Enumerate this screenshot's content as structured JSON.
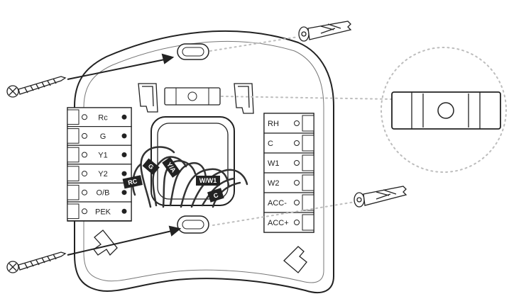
{
  "terminals": {
    "left": [
      "Rc",
      "G",
      "Y1",
      "Y2",
      "O/B",
      "PEK"
    ],
    "right": [
      "RH",
      "C",
      "W1",
      "W2",
      "ACC-",
      "ACC+"
    ]
  },
  "wire_tags": [
    "RC",
    "G",
    "Y/A",
    "W/W1",
    "C"
  ],
  "colors": {
    "line": "#222222",
    "dotted": "#bdbdbd",
    "background": "#ffffff"
  }
}
